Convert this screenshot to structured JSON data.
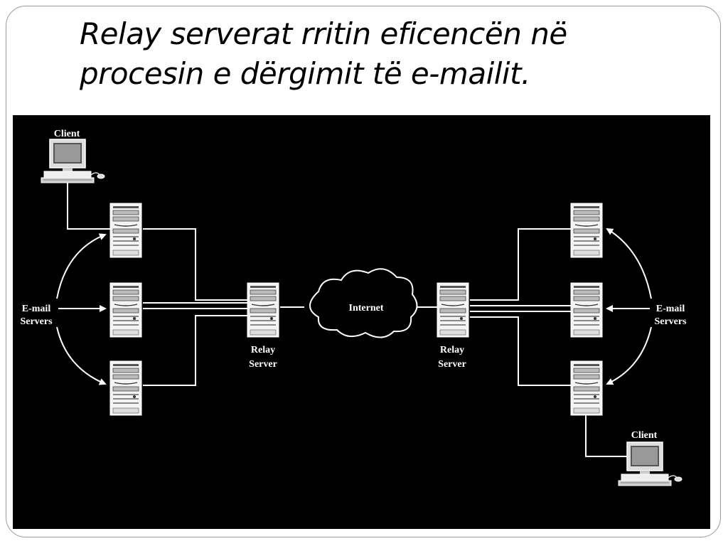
{
  "slide": {
    "title_line1": "Relay serverat rritin eficencën në",
    "title_line2": "procesin e dërgimit të e-mailit."
  },
  "diagram": {
    "left_client_label": "Client",
    "right_client_label": "Client",
    "left_servers_label_1": "E-mail",
    "left_servers_label_2": "Servers",
    "right_servers_label_1": "E-mail",
    "right_servers_label_2": "Servers",
    "left_relay_label_1": "Relay",
    "left_relay_label_2": "Server",
    "right_relay_label_1": "Relay",
    "right_relay_label_2": "Server",
    "internet_label": "Internet",
    "background_color": "#000000",
    "line_color": "#ffffff"
  }
}
